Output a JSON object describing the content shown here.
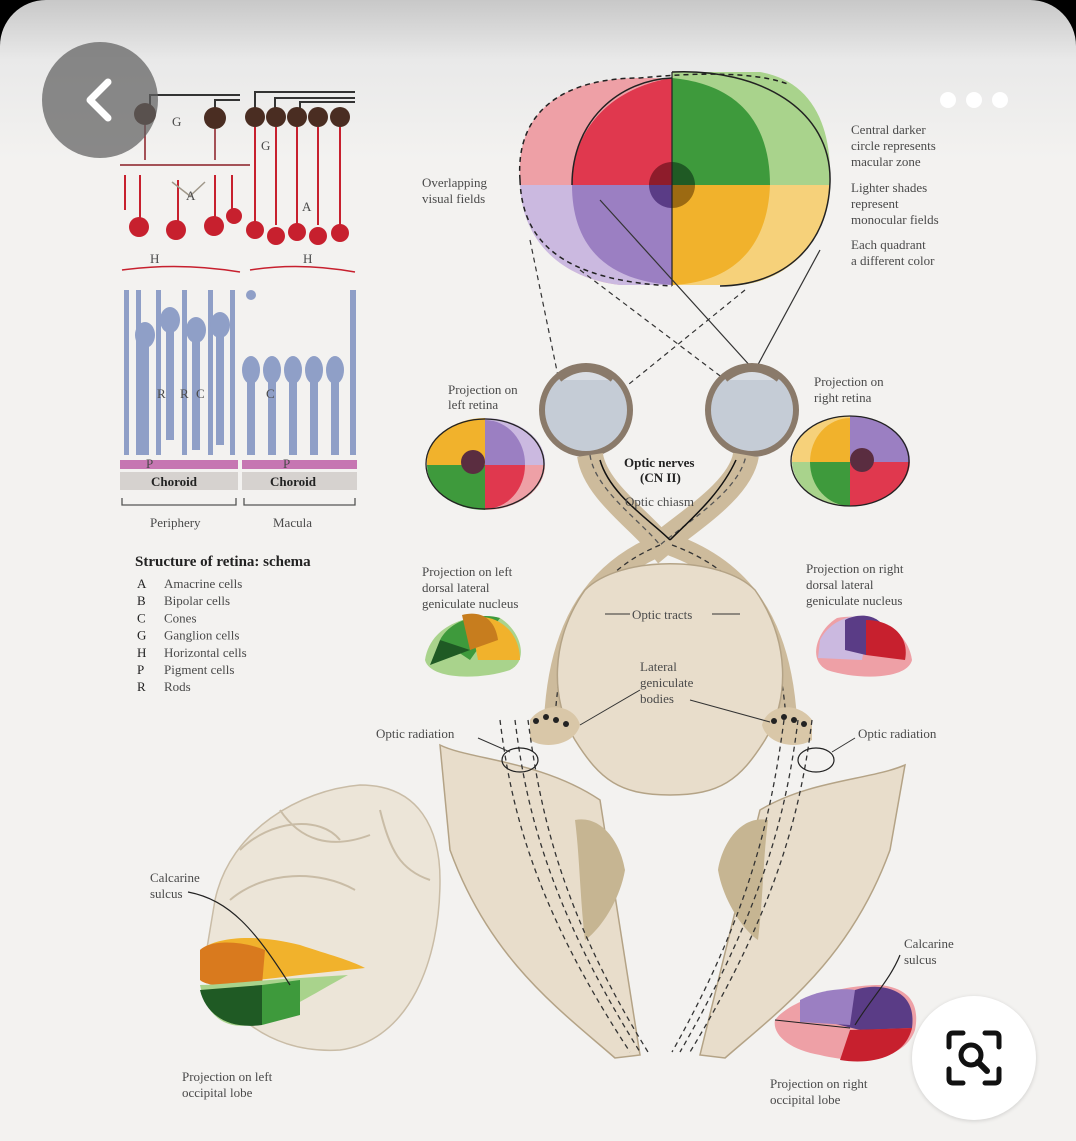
{
  "toolbar": {
    "back_icon": "chevron-left-icon",
    "more_icon": "more-dots-icon",
    "lens_icon": "lens-search-icon"
  },
  "retina": {
    "cell_labels": {
      "G": "G",
      "A": "A",
      "H": "H",
      "R": "R",
      "C": "C",
      "P": "P"
    },
    "choroid_left": "Choroid",
    "choroid_right": "Choroid",
    "periphery": "Periphery",
    "macula": "Macula",
    "title": "Structure of retina: schema",
    "legend": [
      {
        "key": "A",
        "name": "Amacrine cells"
      },
      {
        "key": "B",
        "name": "Bipolar cells"
      },
      {
        "key": "C",
        "name": "Cones"
      },
      {
        "key": "G",
        "name": "Ganglion cells"
      },
      {
        "key": "H",
        "name": "Horizontal cells"
      },
      {
        "key": "P",
        "name": "Pigment cells"
      },
      {
        "key": "R",
        "name": "Rods"
      }
    ]
  },
  "labels": {
    "overlapping_1": "Overlapping",
    "overlapping_2": "visual fields",
    "central_1": "Central darker",
    "central_2": "circle represents",
    "central_3": "macular zone",
    "lighter_1": "Lighter shades",
    "lighter_2": "represent",
    "lighter_3": "monocular fields",
    "quadrant_1": "Each quadrant",
    "quadrant_2": "a different color",
    "proj_left_retina_1": "Projection on",
    "proj_left_retina_2": "left retina",
    "proj_right_retina_1": "Projection on",
    "proj_right_retina_2": "right retina",
    "optic_nerves_1": "Optic nerves",
    "optic_nerves_2": "(CN II)",
    "optic_chiasm": "Optic chiasm",
    "proj_left_lgn_1": "Projection on left",
    "proj_left_lgn_2": "dorsal lateral",
    "proj_left_lgn_3": "geniculate nucleus",
    "proj_right_lgn_1": "Projection on right",
    "proj_right_lgn_2": "dorsal lateral",
    "proj_right_lgn_3": "geniculate nucleus",
    "optic_tracts": "Optic tracts",
    "lateral_1": "Lateral",
    "lateral_2": "geniculate",
    "lateral_3": "bodies",
    "optic_radiation_left": "Optic radiation",
    "optic_radiation_right": "Optic radiation",
    "calcarine_left_1": "Calcarine",
    "calcarine_left_2": "sulcus",
    "calcarine_right_1": "Calcarine",
    "calcarine_right_2": "sulcus",
    "proj_left_occ_1": "Projection on left",
    "proj_left_occ_2": "occipital lobe",
    "proj_right_occ_1": "Projection on right",
    "proj_right_occ_2": "occipital lobe"
  },
  "colors": {
    "red": "#e0384e",
    "green": "#3e9a3c",
    "yellow": "#f1b22c",
    "purple": "#9b7fc2",
    "light_red": "#eea0a6",
    "light_green": "#a9d38c",
    "light_yellow": "#f6d17a",
    "light_purple": "#cbb9e0",
    "tissue": "#d9c7a8",
    "neuron_red": "#c7202e",
    "neuron_blue": "#8f9fc7",
    "ganglion": "#4a2d22"
  }
}
